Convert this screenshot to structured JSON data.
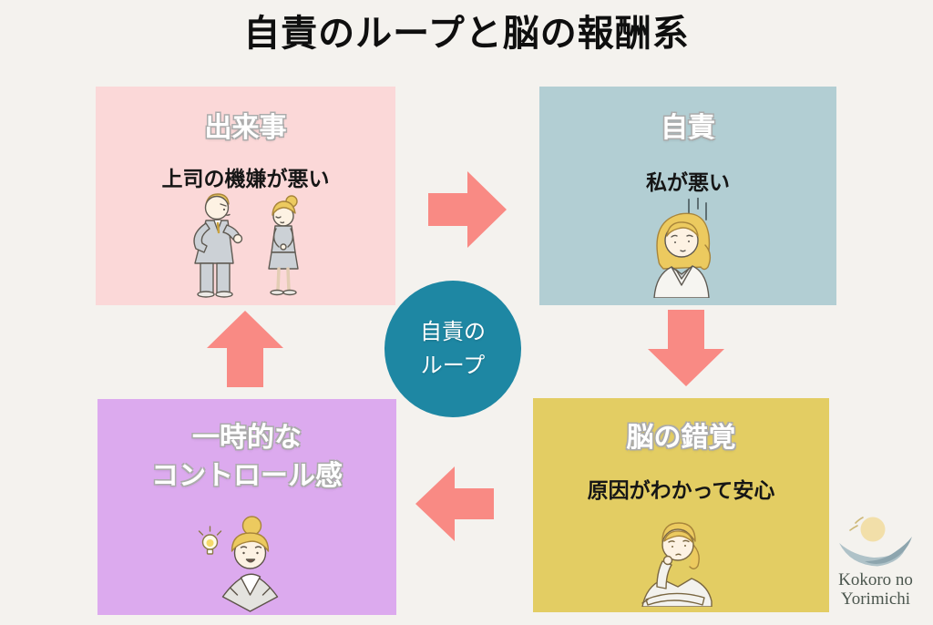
{
  "title": "自責のループと脳の報酬系",
  "boxes": {
    "event": {
      "heading": "出来事",
      "text": "上司の機嫌が悪い",
      "bg": "#fbd8d8"
    },
    "self_blame": {
      "heading": "自責",
      "text": "私が悪い",
      "bg": "#b2ced3"
    },
    "brain_illusion": {
      "heading": "脳の錯覚",
      "text": "原因がわかって安心",
      "bg": "#e3cd63"
    },
    "temporary_control": {
      "heading_line1": "一時的な",
      "heading_line2": "コントロール感",
      "bg": "#dcaaee"
    }
  },
  "center_circle": {
    "label_line1": "自責の",
    "label_line2": "ループ",
    "bg": "#1e87a3",
    "text_color": "#ffffff"
  },
  "colors": {
    "background": "#f4f2ee",
    "arrow": "#f98a84",
    "title_text": "#0f0f0f"
  },
  "illustrations": {
    "event": "boss-scolding-employee",
    "self_blame": "worried-woman-with-gloom-lines",
    "brain_illusion": "thinking-woman-hand-on-chin",
    "temporary_control": "smiling-woman-with-idea-lightbulb"
  },
  "logo": {
    "icon": "bowl-and-sun-logo",
    "name_line1": "Kokoro no",
    "name_line2": "Yorimichi"
  }
}
